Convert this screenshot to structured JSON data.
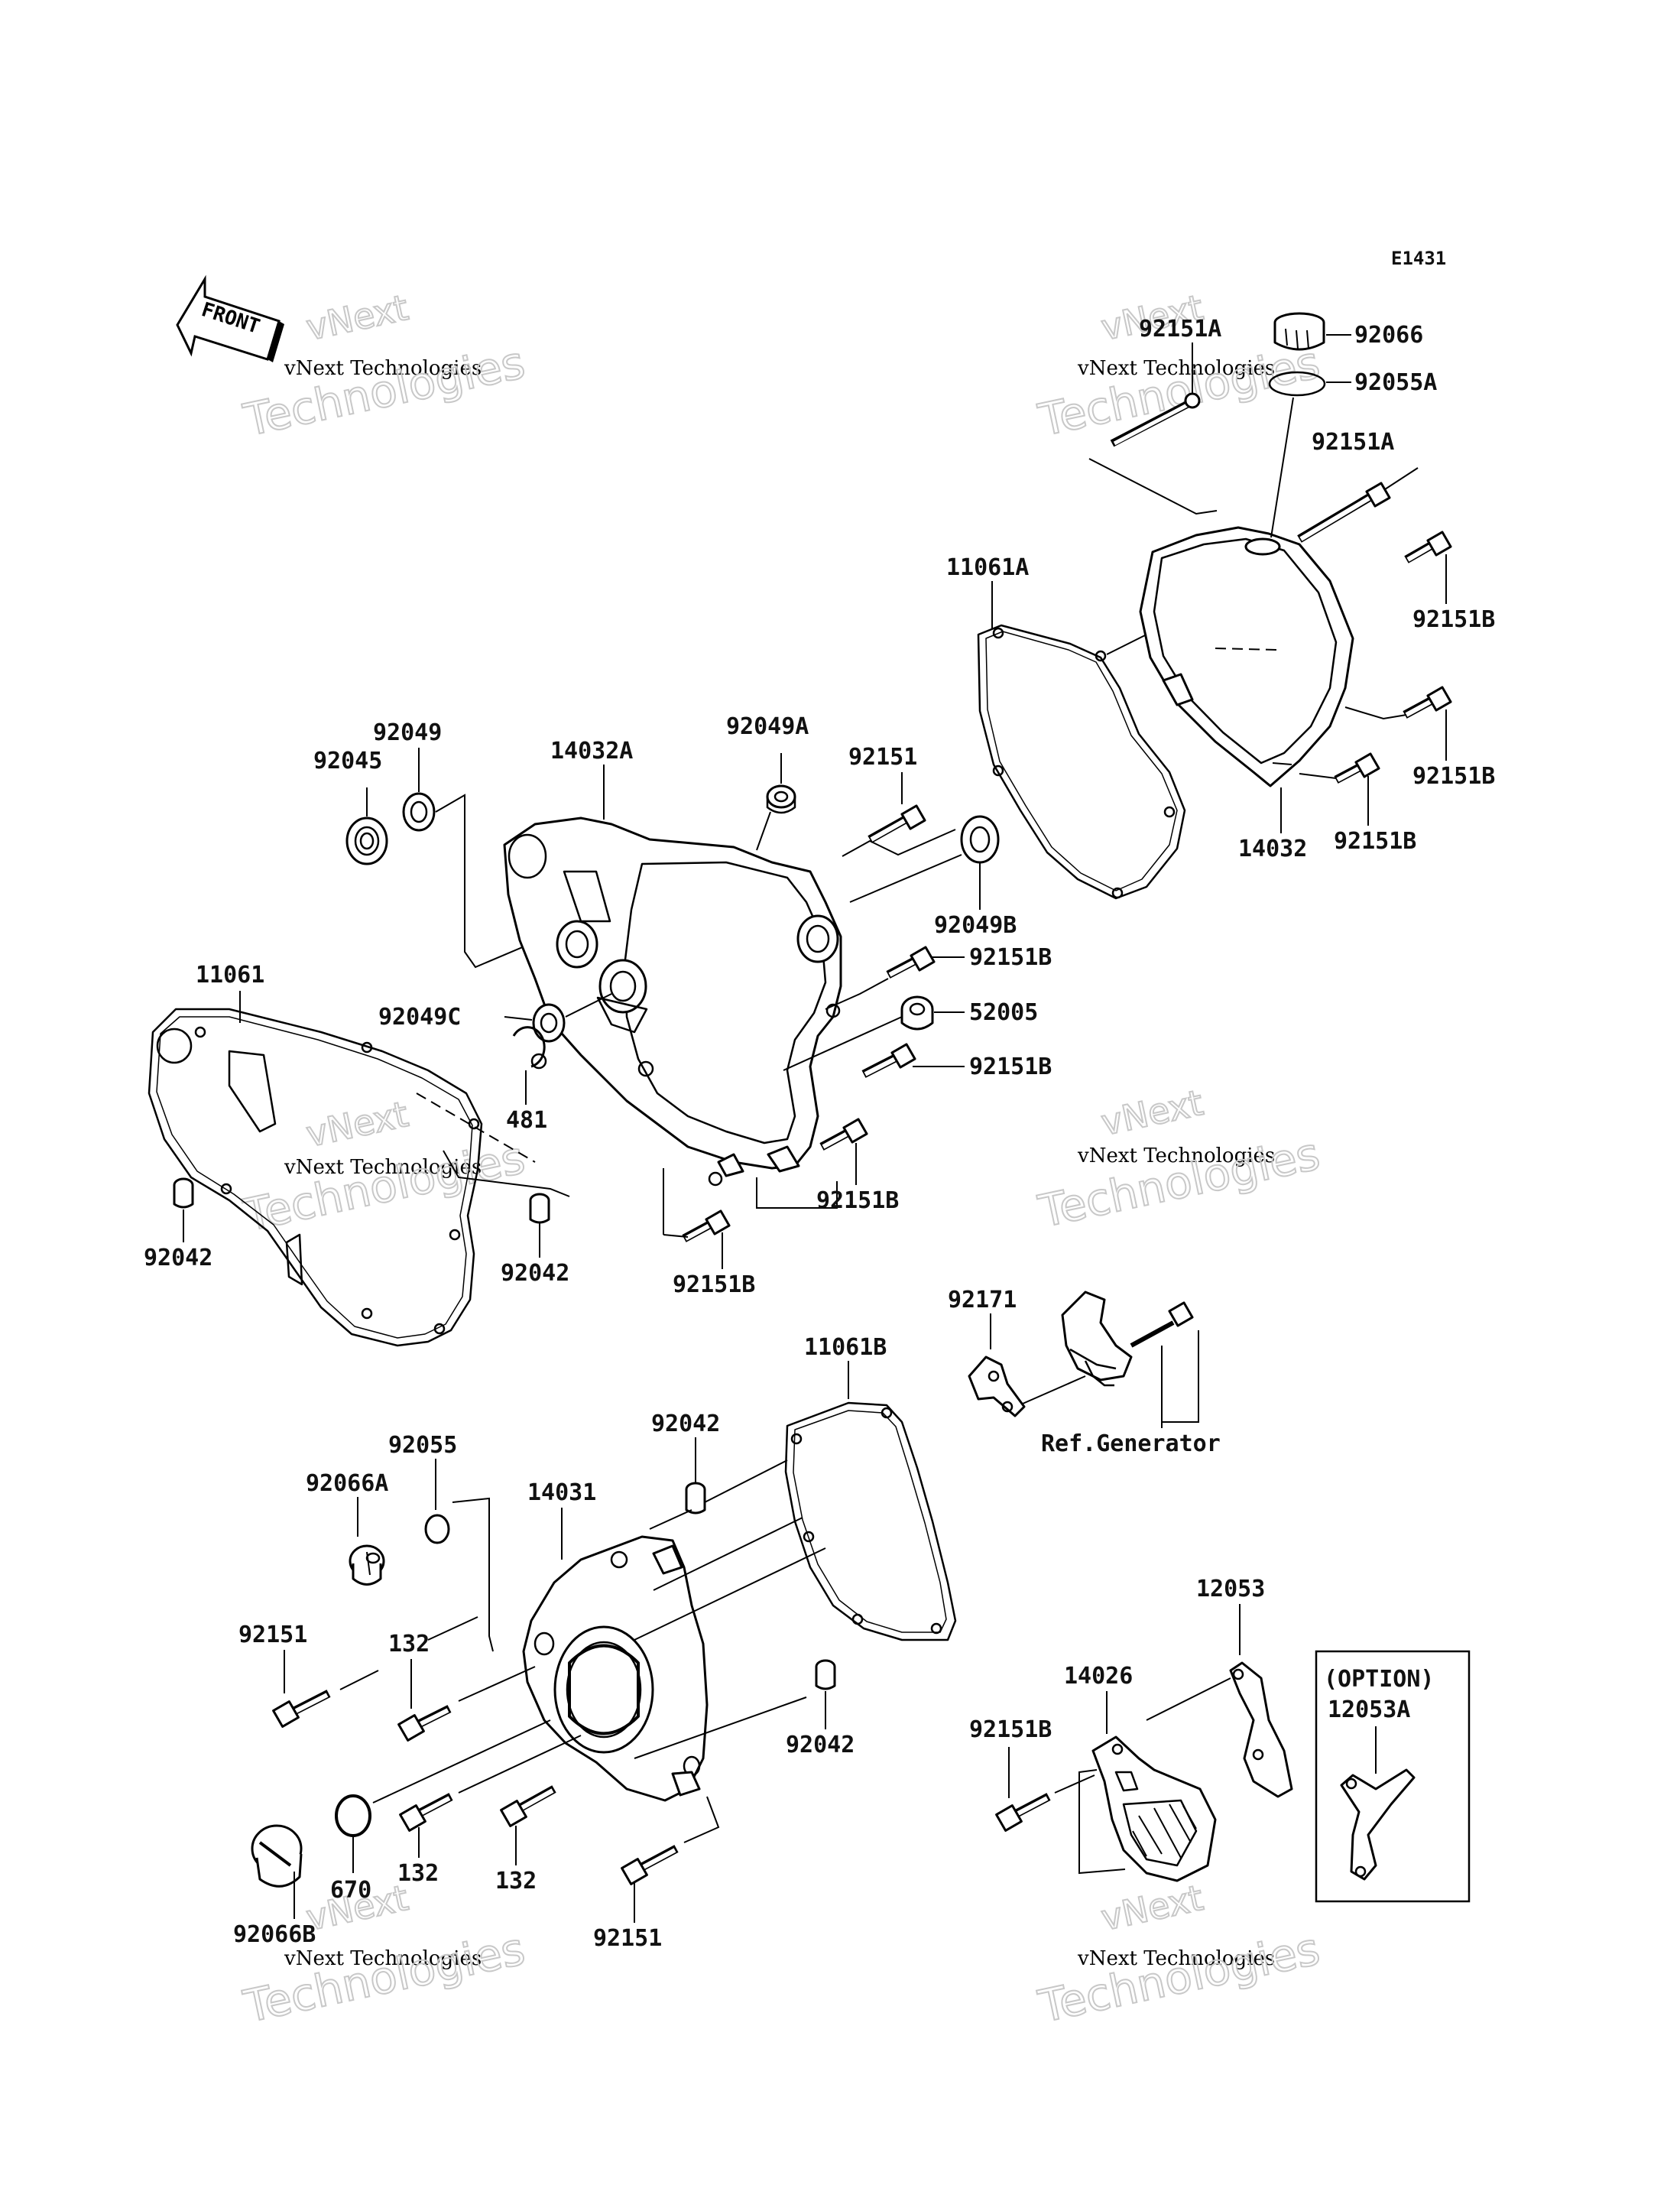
{
  "diagram_code": "E1431",
  "front_label": "FRONT",
  "option_label": "(OPTION)",
  "ref_label": "Ref.Generator",
  "watermark": {
    "line1": "vNext",
    "line2": "vNext Technologies",
    "line3": "Technologies"
  },
  "parts": {
    "p92066": "92066",
    "p92151A_top": "92151A",
    "p92055A": "92055A",
    "p92151A_right": "92151A",
    "p11061A": "11061A",
    "p92151B_r1": "92151B",
    "p92151B_r2": "92151B",
    "p92151B_r3": "92151B",
    "p14032": "14032",
    "p92049": "92049",
    "p92045": "92045",
    "p14032A": "14032A",
    "p92049A": "92049A",
    "p92151_mid": "92151",
    "p92049B": "92049B",
    "p92151B_m1": "92151B",
    "p52005": "52005",
    "p92151B_m2": "92151B",
    "p92151B_m3": "92151B",
    "p92151B_m4": "92151B",
    "p92049C": "92049C",
    "p481": "481",
    "p11061": "11061",
    "p92042_left": "92042",
    "p92042_mid": "92042",
    "p92171": "92171",
    "p11061B": "11061B",
    "p92042_low": "92042",
    "p92055": "92055",
    "p92066A": "92066A",
    "p14031": "14031",
    "p92151_low1": "92151",
    "p132_a": "132",
    "p132_b": "132",
    "p132_c": "132",
    "p670": "670",
    "p92066B": "92066B",
    "p92151_low2": "92151",
    "p92042_bot": "92042",
    "p12053": "12053",
    "p14026": "14026",
    "p92151B_low": "92151B",
    "p12053A": "12053A"
  }
}
